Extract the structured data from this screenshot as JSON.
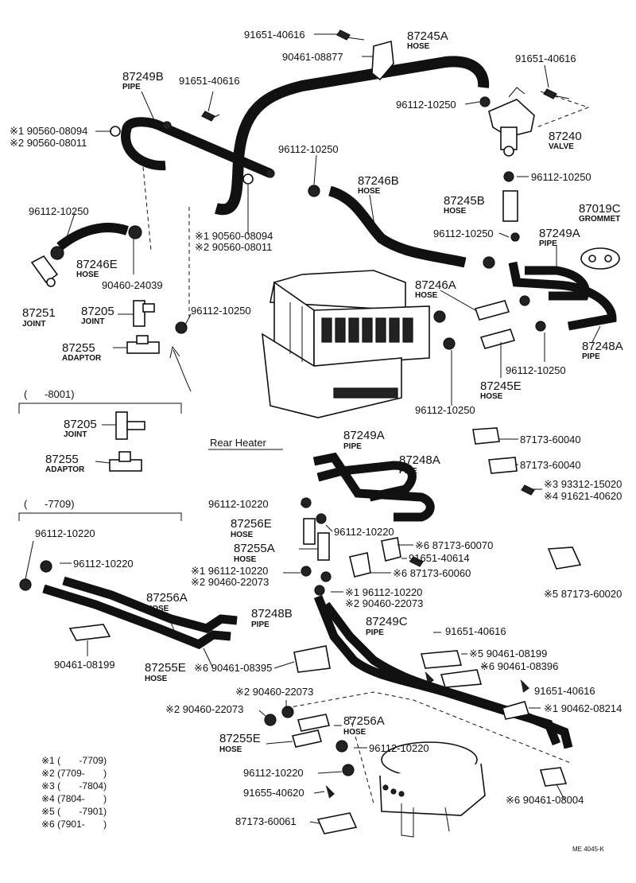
{
  "labels": {
    "l_91651_40616_top": "91651-40616",
    "l_87245A": "87245A",
    "l_87245A_cap": "HOSE",
    "l_90461_08877": "90461-08877",
    "l_91651_40616_right": "91651-40616",
    "l_87249B": "87249B",
    "l_87249B_cap": "PIPE",
    "l_91651_40616_mid": "91651-40616",
    "l_96112_10250_a": "96112-10250",
    "l_87240": "87240",
    "l_87240_cap": "VALVE",
    "l_s1_90560_08094_a": "※1 90560-08094",
    "l_s2_90560_08011_a": "※2 90560-08011",
    "l_96112_10250_b": "96112-10250",
    "l_96112_10250_c": "96112-10250",
    "l_87246B": "87246B",
    "l_87246B_cap": "HOSE",
    "l_87245B": "87245B",
    "l_87245B_cap": "HOSE",
    "l_87019C": "87019C",
    "l_87019C_cap": "GROMMET",
    "l_96112_10250_d": "96112-10250",
    "l_s1_90560_08094_b": "※1 90560-08094",
    "l_s2_90560_08011_b": "※2 90560-08011",
    "l_96112_10250_e": "96112-10250",
    "l_87249A_a": "87249A",
    "l_87249A_a_cap": "PIPE",
    "l_87246E": "87246E",
    "l_87246E_cap": "HOSE",
    "l_90460_24039": "90460-24039",
    "l_87251": "87251",
    "l_87251_cap": "JOINT",
    "l_87205_a": "87205",
    "l_87205_a_cap": "JOINT",
    "l_96112_10250_f": "96112-10250",
    "l_87255_a": "87255",
    "l_87255_a_cap": "ADAPTOR",
    "l_87246A": "87246A",
    "l_87246A_cap": "HOSE",
    "l_87248A_a": "87248A",
    "l_87248A_a_cap": "PIPE",
    "l_96112_10250_g": "96112-10250",
    "l_87245E": "87245E",
    "l_87245E_cap": "HOSE",
    "l_96112_10250_h": "96112-10250",
    "l_range_8001": "(      -8001)",
    "l_87205_b": "87205",
    "l_87205_b_cap": "JOINT",
    "l_87255_b": "87255",
    "l_87255_b_cap": "ADAPTOR",
    "l_rear_heater": "Rear Heater",
    "l_87249A_b": "87249A",
    "l_87249A_b_cap": "PIPE",
    "l_87248A_b": "87248A",
    "l_87248A_b_cap": "PIPE",
    "l_87173_60040_a": "87173-60040",
    "l_87173_60040_b": "87173-60040",
    "l_s3_93312_15020": "※3 93312-15020",
    "l_s4_91621_40620": "※4 91621-40620",
    "l_range_7709": "(      -7709)",
    "l_96112_10220_a": "96112-10220",
    "l_87256E": "87256E",
    "l_87256E_cap": "HOSE",
    "l_96112_10220_b": "96112-10220",
    "l_96112_10220_c": "96112-10220",
    "l_96112_10220_d": "96112-10220",
    "l_87255A": "87255A",
    "l_87255A_cap": "HOSE",
    "l_s6_87173_60070": "※6 87173-60070",
    "l_91651_40614": "91651-40614",
    "l_s1_96112_10220_a": "※1 96112-10220",
    "l_s2_90460_22073_a": "※2 90460-22073",
    "l_s6_87173_60060": "※6 87173-60060",
    "l_s5_87173_60020": "※5 87173-60020",
    "l_s1_96112_10220_b": "※1 96112-10220",
    "l_s2_90460_22073_b": "※2 90460-22073",
    "l_87256A_a": "87256A",
    "l_87256A_a_cap": "HOSE",
    "l_87248B": "87248B",
    "l_87248B_cap": "PIPE",
    "l_87249C": "87249C",
    "l_87249C_cap": "PIPE",
    "l_91651_40616_b": "91651-40616",
    "l_s5_90461_08199": "※5 90461-08199",
    "l_90461_08199": "90461-08199",
    "l_87255E_a": "87255E",
    "l_87255E_a_cap": "HOSE",
    "l_s6_90461_08395": "※6 90461-08395",
    "l_s6_90461_08396": "※6 90461-08396",
    "l_91651_40616_c": "91651-40616",
    "l_s2_90460_22073_c": "※2 90460-22073",
    "l_s2_90460_22073_d": "※2 90460-22073",
    "l_s1_90462_08214": "※1 90462-08214",
    "l_87256A_b": "87256A",
    "l_87256A_b_cap": "HOSE",
    "l_87255E_b": "87255E",
    "l_87255E_b_cap": "HOSE",
    "l_96112_10220_e": "96112-10220",
    "l_96112_10220_f": "96112-10220",
    "l_91655_40620": "91655-40620",
    "l_s6_90461_08004": "※6 90461-08004",
    "l_87173_60061": "87173-60061",
    "l_doc_code": "ME 4045-K"
  },
  "legend": [
    "※1 (       -7709)",
    "※2 (7709-       )",
    "※3 (       -7804)",
    "※4 (7804-       )",
    "※5 (       -7901)",
    "※6 (7901-       )"
  ]
}
